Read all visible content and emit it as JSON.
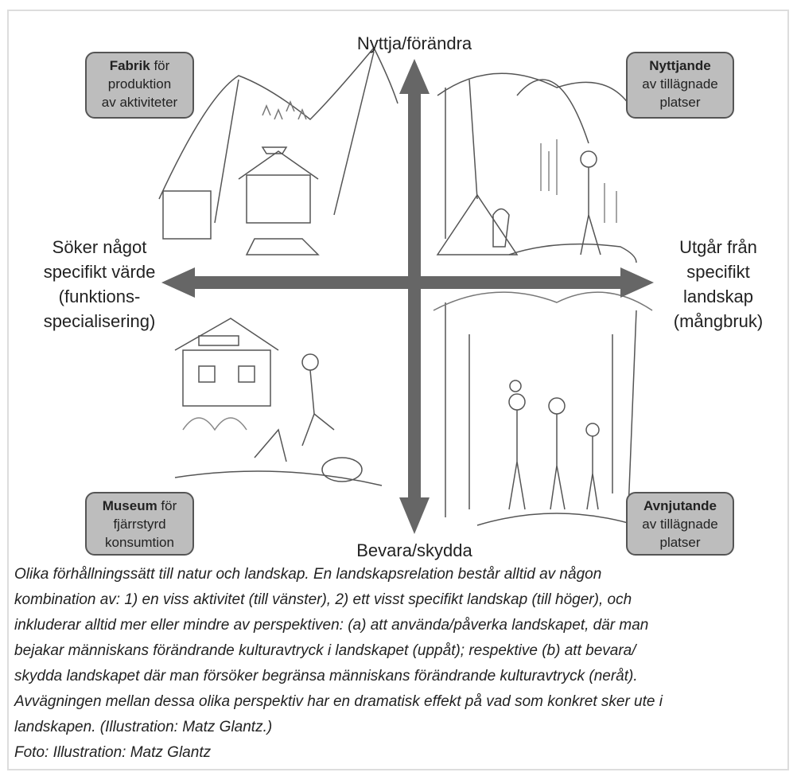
{
  "figure": {
    "axis_top": "Nyttja/förändra",
    "axis_bottom": "Bevara/skydda",
    "axis_left": [
      "Söker något",
      "specifikt värde",
      "(funktions-",
      "specialisering)"
    ],
    "axis_right": [
      "Utgår från",
      "specifikt",
      "landskap",
      "(mångbruk)"
    ],
    "boxes": {
      "top_left": {
        "bold": "Fabrik",
        "rest": " för",
        "line2": "produktion",
        "line3": "av aktiviteter"
      },
      "top_right": {
        "bold": "Nyttjande",
        "line2": "av tillägnade",
        "line3": "platser"
      },
      "bottom_left": {
        "bold": "Museum",
        "rest": " för",
        "line2": "fjärrstyrd",
        "line3": "konsumtion"
      },
      "bottom_right": {
        "bold": "Avnjutande",
        "line2": "av tillägnade",
        "line3": "platser"
      }
    },
    "arrow_color": "#666666",
    "box_color": "#bdbdbd"
  },
  "caption": {
    "lines": [
      "Olika förhållningssätt till natur och landskap. En landskapsrelation består alltid av någon",
      "kombination av: 1) en viss aktivitet (till vänster), 2) ett visst specifikt landskap (till höger), och",
      "inkluderar alltid mer eller mindre av perspektiven: (a) att använda/påverka landskapet, där man",
      "bejakar människans förändrande kulturavtryck i landskapet (uppåt); respektive (b) att bevara/",
      "skydda landskapet där man försöker begränsa människans förändrande kulturavtryck (neråt).",
      "Avvägningen mellan dessa olika perspektiv har en dramatisk effekt på vad som konkret sker ute i",
      "landskapen. (Illustration: Matz Glantz.)"
    ],
    "credit": "Foto: Illustration: Matz Glantz"
  }
}
